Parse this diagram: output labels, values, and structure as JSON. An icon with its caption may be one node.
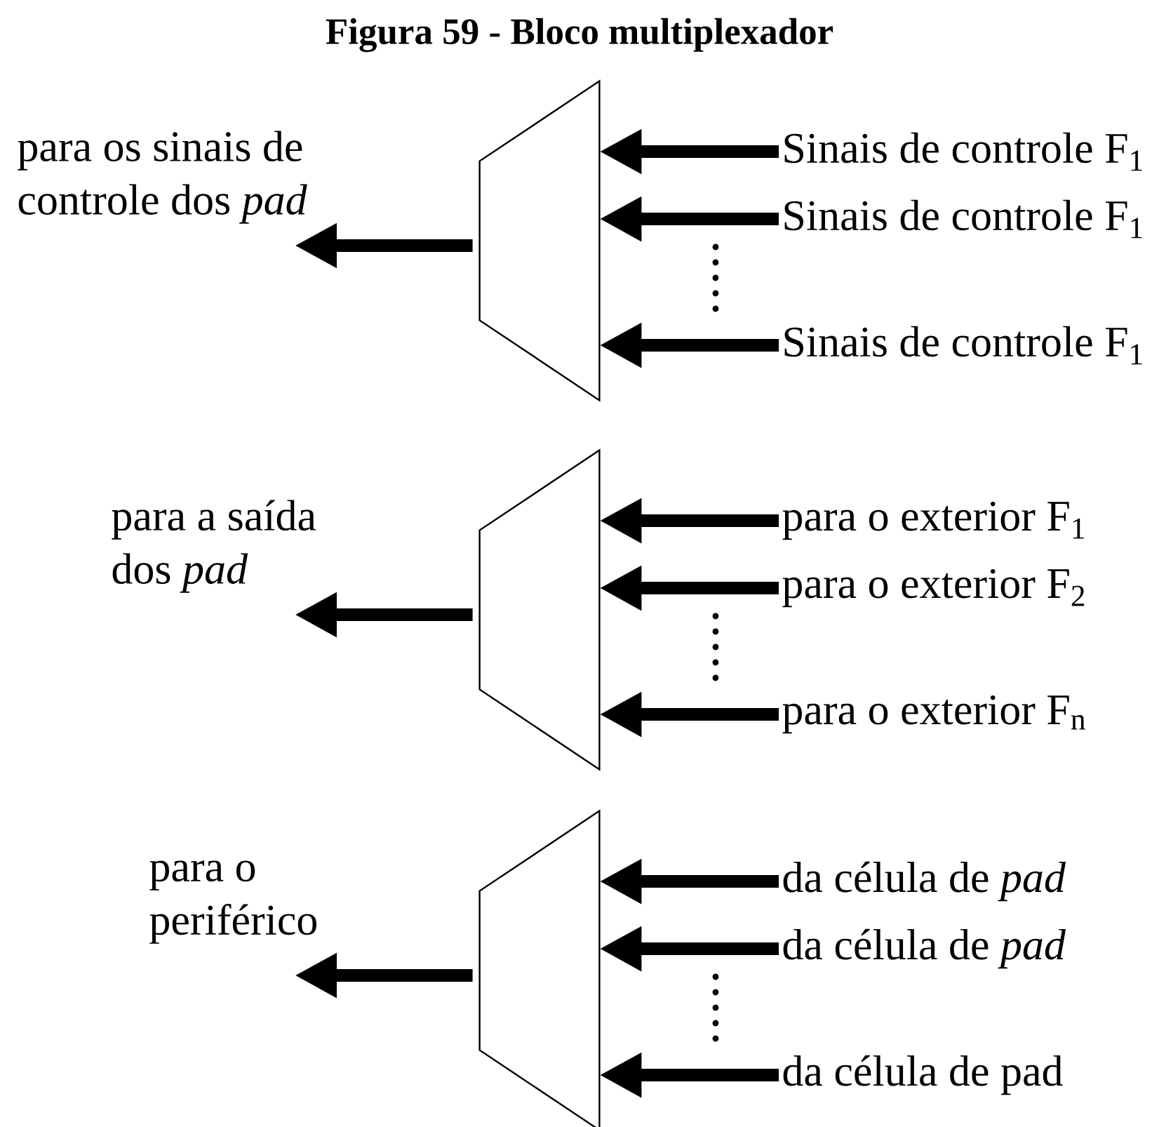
{
  "diagram": {
    "title": "Figura 59 - Bloco multiplexador",
    "nodes": [
      {
        "text": [
          "para os sinais de controle dos *pad*"
        ]
      },
      {
        "text": [],
        "shape": "trapezoid"
      },
      {
        "text": [
          "Sinais de controle F$_{1}$"
        ]
      },
      {
        "text": [
          "Sinais de controle F$_{1}$"
        ]
      },
      {
        "text": [
          "Sinais de controle F$_{1}$"
        ]
      },
      {
        "text": [
          "para a saída dos *pad*"
        ]
      },
      {
        "text": [],
        "shape": "trapezoid"
      },
      {
        "text": [
          "para o exterior F$_{1}$"
        ]
      },
      {
        "text": [
          "para o exterior F$_{2}$"
        ]
      },
      {
        "text": [
          "para o exterior F$_{n}$"
        ]
      },
      {
        "text": [
          "para o periférico"
        ]
      },
      {
        "text": [],
        "shape": "trapezoid"
      },
      {
        "text": [
          "da célula de *pad*"
        ]
      },
      {
        "text": [
          "da célula de *pad*"
        ]
      },
      {
        "text": [
          "da célula de pad"
        ]
      }
    ],
    "edges": [
      {
        "from": 1,
        "to": 0,
        "arrow": "to"
      },
      {
        "from": 2,
        "to": 1,
        "arrow": "to"
      },
      {
        "from": 3,
        "to": 1,
        "arrow": "to"
      },
      {
        "from": 4,
        "to": 1,
        "arrow": "to"
      },
      {
        "from": 6,
        "to": 5,
        "arrow": "to"
      },
      {
        "from": 7,
        "to": 6,
        "arrow": "to"
      },
      {
        "from": 8,
        "to": 6,
        "arrow": "to"
      },
      {
        "from": 9,
        "to": 6,
        "arrow": "to"
      },
      {
        "from": 11,
        "to": 10,
        "arrow": "to"
      },
      {
        "from": 12,
        "to": 11,
        "arrow": "to"
      },
      {
        "from": 13,
        "to": 11,
        "arrow": "to"
      },
      {
        "from": 14,
        "to": 11,
        "arrow": "to"
      }
    ]
  }
}
